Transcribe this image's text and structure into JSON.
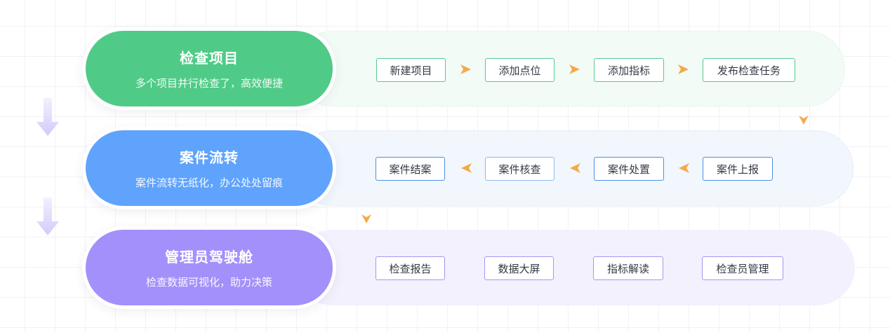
{
  "colors": {
    "green": "#4fcb87",
    "blue": "#5fa3fd",
    "purple": "#a390fb",
    "arrow_orange": "#f5a94a",
    "down_arrow_lavender": "#d6cefb"
  },
  "rows": [
    {
      "title": "检查项目",
      "subtitle": "多个项目并行检查了，高效便捷",
      "steps": [
        "新建项目",
        "添加点位",
        "添加指标",
        "发布检查任务"
      ],
      "flow": "left-to-right"
    },
    {
      "title": "案件流转",
      "subtitle": "案件流转无纸化，办公处处留痕",
      "steps": [
        "案件结案",
        "案件核查",
        "案件处置",
        "案件上报"
      ],
      "flow": "right-to-left"
    },
    {
      "title": "管理员驾驶舱",
      "subtitle": "检查数据可视化，助力决策",
      "steps": [
        "检查报告",
        "数据大屏",
        "指标解读",
        "检查员管理"
      ],
      "flow": "none"
    }
  ]
}
